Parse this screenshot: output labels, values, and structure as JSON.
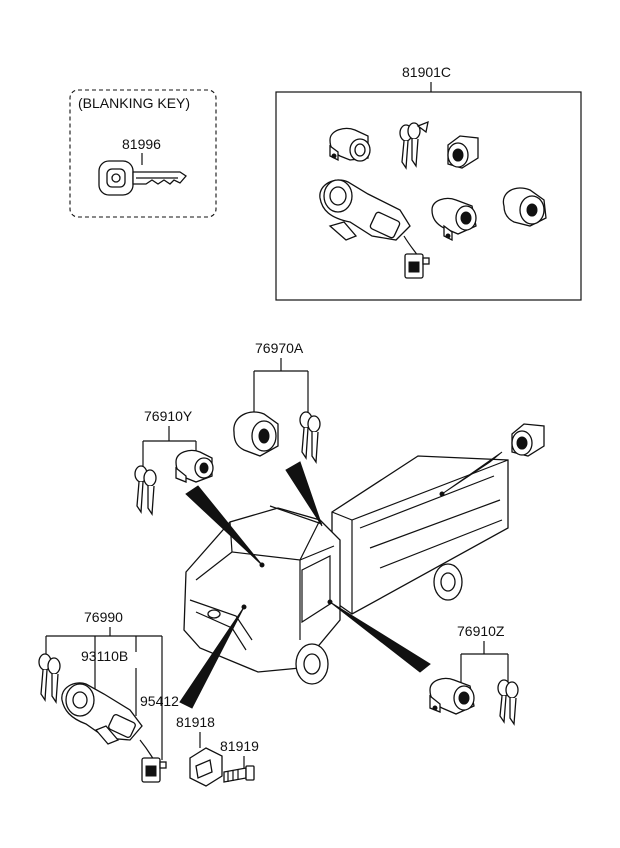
{
  "blanking_key_box": {
    "title": "(BLANKING KEY)",
    "part_no": "81996"
  },
  "kit_box": {
    "part_no": "81901C"
  },
  "labels": {
    "p76970A": "76970A",
    "p76910Y": "76910Y",
    "p76990": "76990",
    "p93110B": "93110B",
    "p95412": "95412",
    "p81918": "81918",
    "p81919": "81919",
    "p76910Z": "76910Z"
  },
  "icons": [
    "key-icon",
    "door-lock-cylinder-icon",
    "fuel-cap-icon",
    "lock-cylinder-icon",
    "ignition-switch-icon",
    "connector-icon",
    "truck-icon",
    "bolt-icon",
    "bracket-icon"
  ]
}
